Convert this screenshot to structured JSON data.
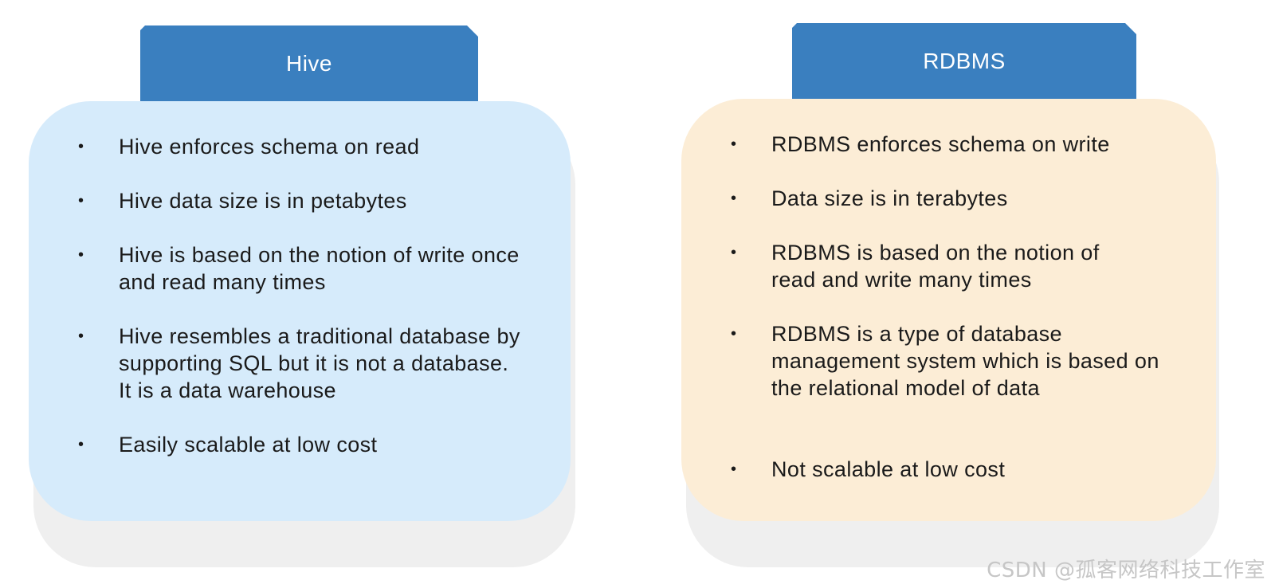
{
  "hive": {
    "title": "Hive",
    "points": [
      "Hive enforces schema on read",
      "Hive data size is in petabytes",
      "Hive is based on the notion of write once and read many times",
      "Hive resembles a traditional database by supporting SQL but it is not a database. It is a data warehouse",
      "Easily scalable at low cost"
    ]
  },
  "rdbms": {
    "title": "RDBMS",
    "points": [
      "RDBMS enforces schema on write",
      "Data size is in terabytes",
      "RDBMS is based on the notion of read and write many times",
      "RDBMS is a type of database management system which is based on the relational model of data",
      "Not scalable at low cost"
    ]
  },
  "bullet": "•",
  "watermark": "CSDN @孤客网络科技工作室",
  "colors": {
    "tab": "#3a7fbf",
    "hive_card": "#d6ebfb",
    "rdbms_card": "#fcedd6",
    "shadow": "#efefef"
  }
}
